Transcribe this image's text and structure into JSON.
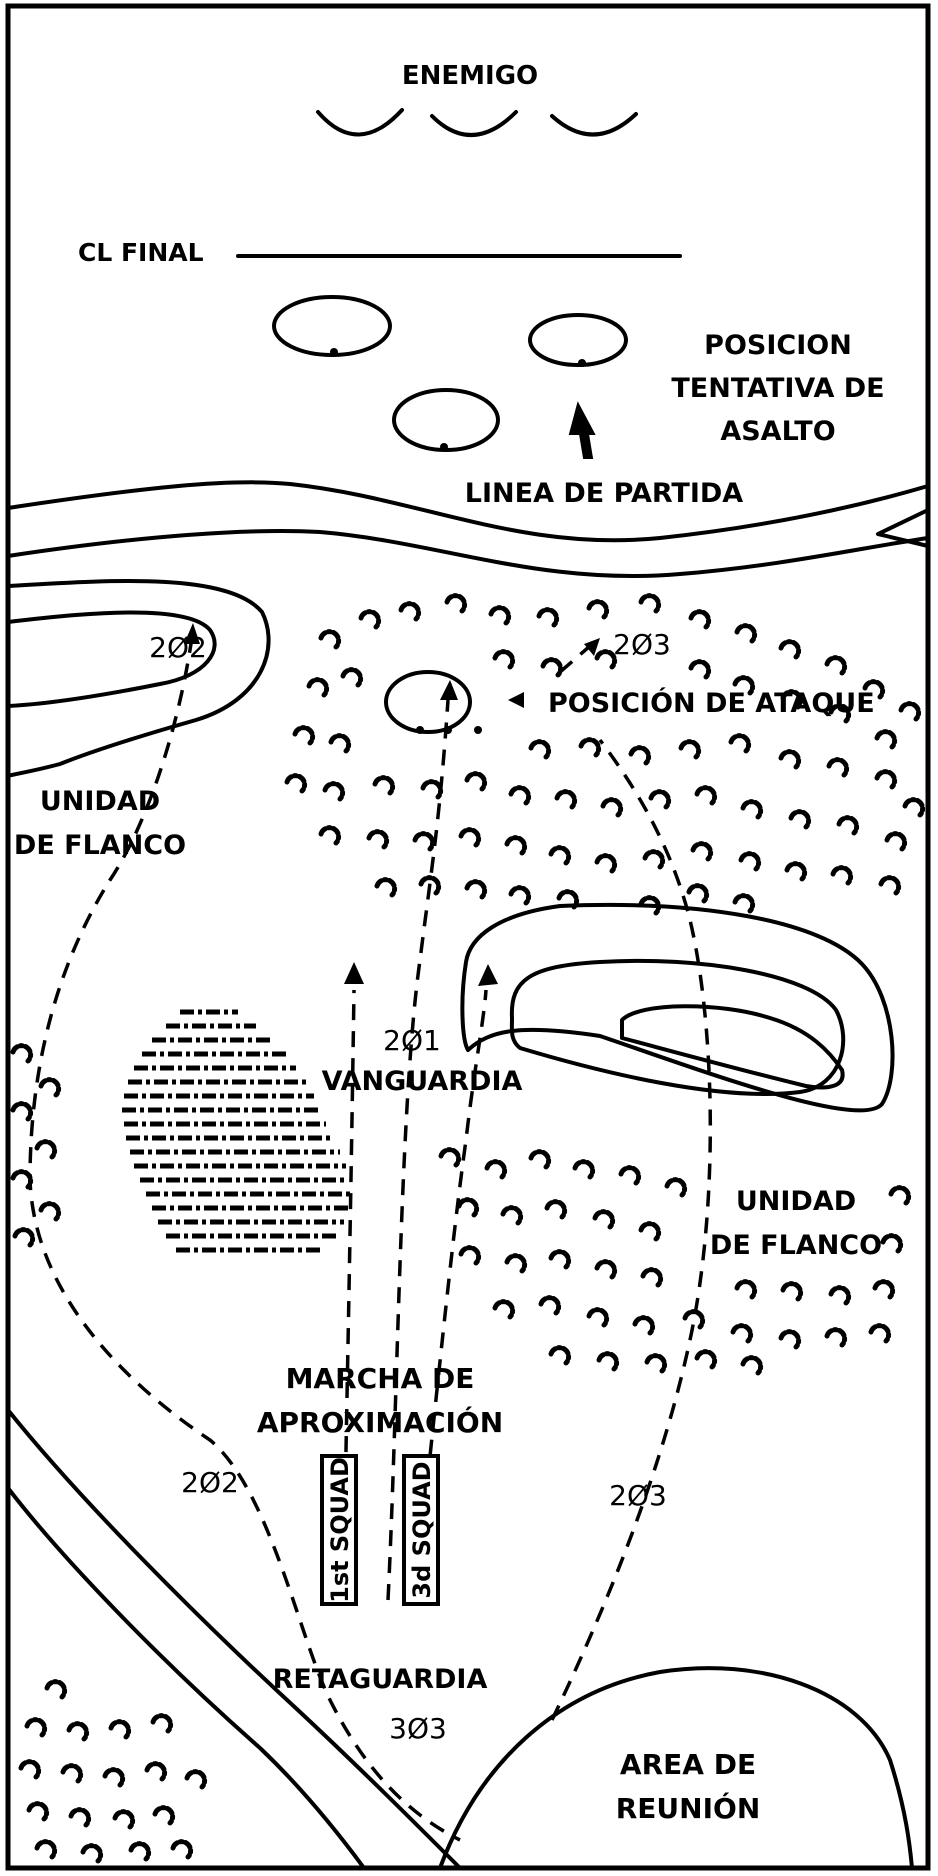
{
  "labels": {
    "enemy": "ENEMIGO",
    "final_cl": "CL FINAL",
    "assault_position_line1": "POSICION",
    "assault_position_line2": "TENTATIVA DE",
    "assault_position_line3": "ASALTO",
    "line_of_departure": "LINEA DE PARTIDA",
    "attack_position": "POSICIÓN DE ATAQUE",
    "flank_unit_left_line1": "UNIDAD",
    "flank_unit_left_line2": "DE FLANCO",
    "flank_unit_right_line1": "UNIDAD",
    "flank_unit_right_line2": "DE FLANCO",
    "vanguard": "VANGUARDIA",
    "approach_march_line1": "MARCHA DE",
    "approach_march_line2": "APROXIMACIÓN",
    "rearguard": "RETAGUARDIA",
    "assembly_area_line1": "AREA DE",
    "assembly_area_line2": "REUNIÓN"
  },
  "units": {
    "u202_top": "2Ø2",
    "u203_top": "2Ø3",
    "u201": "2Ø1",
    "u202_bottom": "2Ø2",
    "u203_bottom": "2Ø3",
    "u303": "3Ø3"
  },
  "squads": {
    "first": "1st SQUAD",
    "third": "3d SQUAD"
  },
  "colors": {
    "ink": "#000000",
    "paper": "#ffffff"
  }
}
